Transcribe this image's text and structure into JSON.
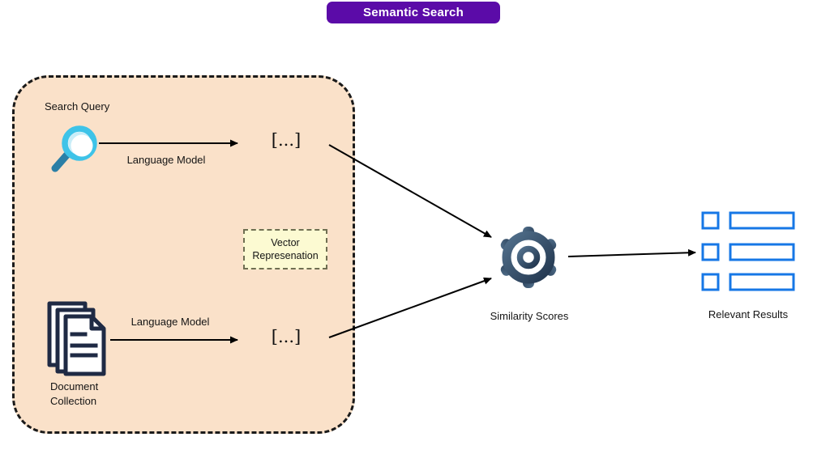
{
  "diagram_title": {
    "label": "Semantic Search"
  },
  "embedding_group": {
    "search_query": {
      "label": "Search Query",
      "icon": "magnifier-icon"
    },
    "query_encoder_arrow": {
      "label": "Language Model"
    },
    "query_embedding": {
      "symbol": "[...]"
    },
    "vector_note": {
      "line1": "Vector",
      "line2": "Represenation"
    },
    "document_encoder_arrow": {
      "label": "Language Model"
    },
    "document_embedding": {
      "symbol": "[...]"
    },
    "document_collection": {
      "line1": "Document",
      "line2": "Collection",
      "icon": "documents-icon"
    }
  },
  "similarity": {
    "label": "Similarity Scores",
    "icon": "gear-icon"
  },
  "results": {
    "label": "Relevant Results",
    "icon": "results-list-icon"
  },
  "colors": {
    "banner_bg": "#5B0BA8",
    "banner_text": "#FFFFFF",
    "group_fill": "#FAE1C9",
    "group_border": "#1A1A1A",
    "note_fill": "#FCFAD2",
    "note_border": "#6F6F52",
    "magnifier_ring": "#3EC3E8",
    "magnifier_handle": "#2B7FA6",
    "document_outline": "#1F2A44",
    "gear_gradient_start": "#52708C",
    "gear_gradient_end": "#22364E",
    "results_outline": "#1677E6",
    "arrow": "#000000"
  }
}
